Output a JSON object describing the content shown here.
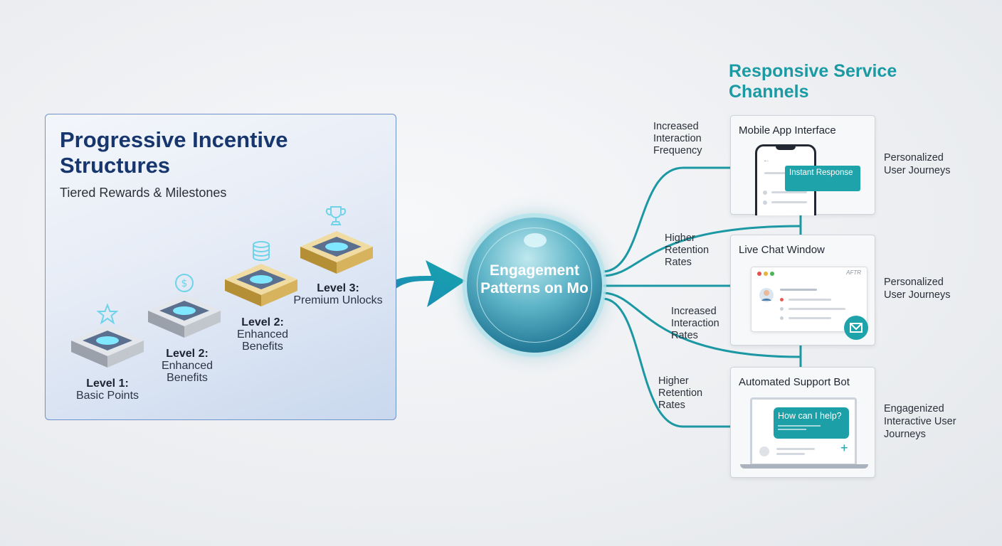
{
  "left_panel": {
    "title": "Progressive Incentive Structures",
    "subtitle": "Tiered Rewards & Milestones",
    "tiers": [
      {
        "label_line1": "Level 1:",
        "label_line2": "Basic Points",
        "icon": "star-icon",
        "color": "#b9bfc8"
      },
      {
        "label_line1": "Level 2:",
        "label_line2": "Enhanced Benefits",
        "icon": "dollar-coin-icon",
        "color": "#b9bfc8"
      },
      {
        "label_line1": "Level 2:",
        "label_line2": "Enhanced Benefits",
        "icon": "coin-stack-icon",
        "color": "#d9b55a"
      },
      {
        "label_line1": "Level 3:",
        "label_line2": "Premium Unlocks",
        "icon": "trophy-icon",
        "color": "#d9b55a"
      }
    ]
  },
  "hub": {
    "label": "Engagement Patterns on Mo"
  },
  "right": {
    "title": "Responsive Service Channels",
    "cards": [
      {
        "title": "Mobile App Interface",
        "bubble": "Instant Response",
        "side_label": "Personalized User Journeys"
      },
      {
        "title": "Live Chat Window",
        "header_tag": "AFTR",
        "side_label": "Personalized User Journeys"
      },
      {
        "title": "Automated Support Bot",
        "bubble": "How can I help?",
        "plus": "+",
        "side_label": "Engagenized Interactive User Journeys"
      }
    ],
    "edge_labels": [
      "Increased Interaction Frequency",
      "Higher Retention Rates",
      "Increased Interaction Rates",
      "Higher Retention Rates"
    ]
  },
  "colors": {
    "teal": "#1b9aa4",
    "navy": "#17366e",
    "arrow_blue": "#1f5fb0"
  }
}
